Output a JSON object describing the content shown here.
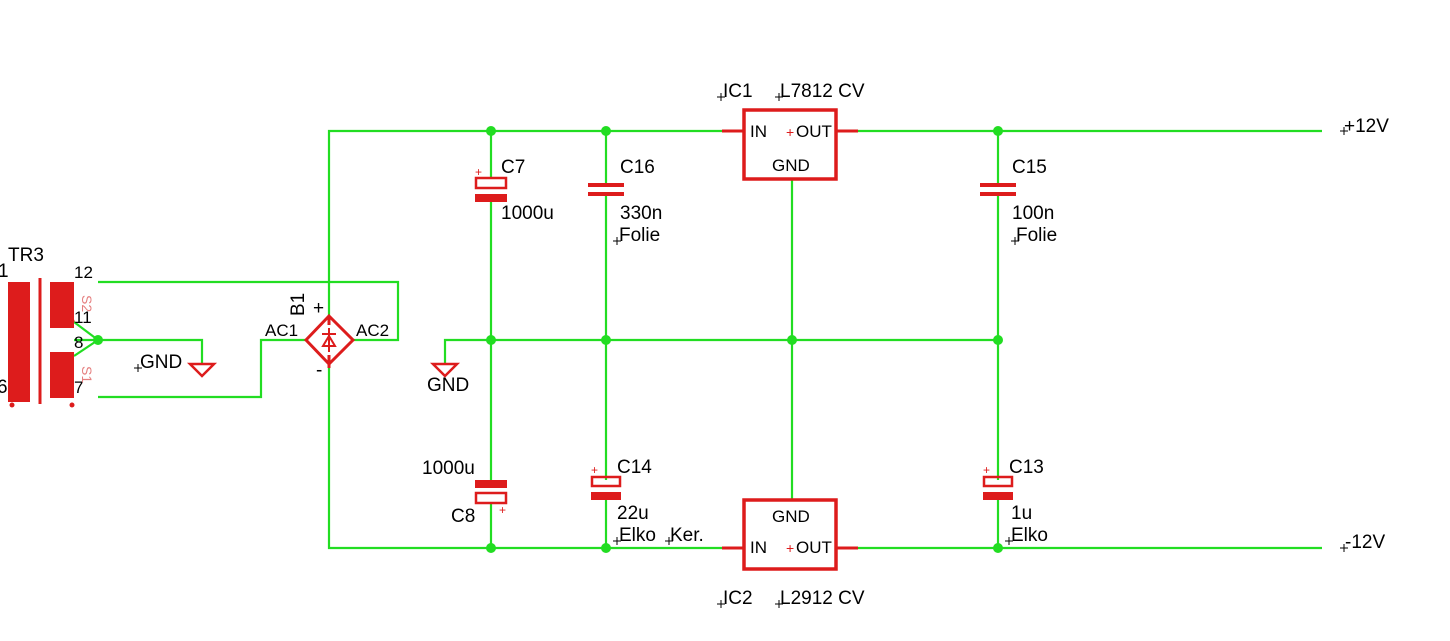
{
  "transformer": {
    "name": "TR3",
    "pins": {
      "p1": "1",
      "p6": "6",
      "p12": "12",
      "p11": "11",
      "p8": "8",
      "p7": "7"
    },
    "winding_s2": "S2",
    "winding_s1": "S1"
  },
  "ground_labels": {
    "left": "GND",
    "middle": "GND"
  },
  "bridge": {
    "name": "B1",
    "ac1": "AC1",
    "ac2": "AC2",
    "plus": "+",
    "minus": "-"
  },
  "capacitors": {
    "c7": {
      "name": "C7",
      "value": "1000u"
    },
    "c16": {
      "name": "C16",
      "value": "330n",
      "type": "Folie"
    },
    "c15": {
      "name": "C15",
      "value": "100n",
      "type": "Folie"
    },
    "c8": {
      "name": "C8",
      "value": "1000u"
    },
    "c14": {
      "name": "C14",
      "value": "22u",
      "type": "Elko"
    },
    "c13": {
      "name": "C13",
      "value": "1u",
      "type": "Elko"
    },
    "polarity_mark": "+"
  },
  "regulators": {
    "ic1": {
      "name": "IC1",
      "part": "L7812 CV",
      "in": "IN",
      "out": "OUT",
      "gnd": "GND",
      "out_mark": "+"
    },
    "ic2": {
      "name": "IC2",
      "part": "L2912 CV",
      "in": "IN",
      "out": "OUT",
      "gnd": "GND",
      "out_mark": "+"
    }
  },
  "notes": {
    "ker": "Ker."
  },
  "outputs": {
    "top": "+12V",
    "bottom": "-12V"
  },
  "colors": {
    "wire": "#22dd22",
    "part": "#dd1c1c",
    "text": "#000000"
  }
}
